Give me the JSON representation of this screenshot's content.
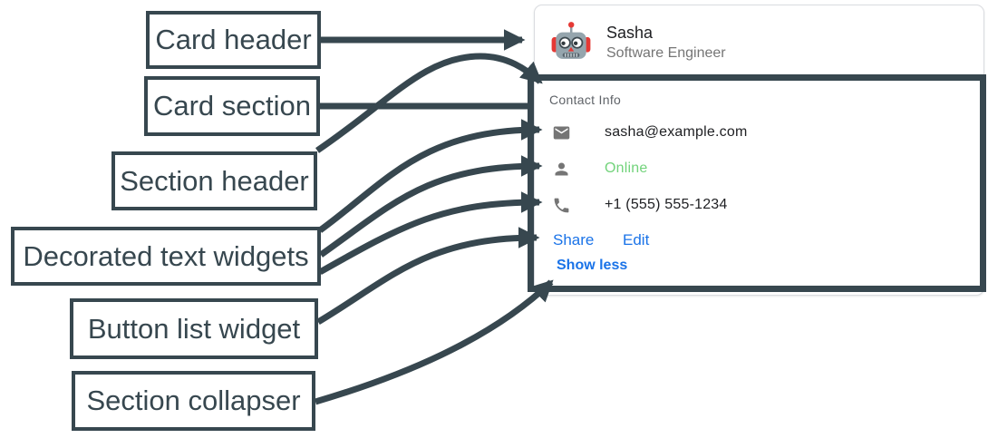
{
  "annotations": {
    "items": [
      {
        "label": "Card header"
      },
      {
        "label": "Card section"
      },
      {
        "label": "Section header"
      },
      {
        "label": "Decorated text widgets"
      },
      {
        "label": "Button list widget"
      },
      {
        "label": "Section collapser"
      }
    ]
  },
  "card": {
    "header": {
      "avatar": "robot-avatar",
      "title": "Sasha",
      "subtitle": "Software Engineer"
    },
    "section": {
      "title": "Contact Info",
      "rows": [
        {
          "icon": "mail-icon",
          "text": "sasha@example.com"
        },
        {
          "icon": "person-icon",
          "text": "Online"
        },
        {
          "icon": "phone-icon",
          "text": "+1 (555) 555-1234"
        }
      ],
      "buttons": [
        {
          "label": "Share"
        },
        {
          "label": "Edit"
        }
      ],
      "collapser": {
        "label": "Show less"
      }
    }
  },
  "colors": {
    "annotation_ink": "#37474f",
    "link_blue": "#1a73e8",
    "online_green": "#72d37b",
    "card_border": "#dadce0",
    "icon_gray": "#757575",
    "text_dark": "#202124",
    "text_gray": "#757575",
    "section_title_gray": "#5f6368"
  }
}
